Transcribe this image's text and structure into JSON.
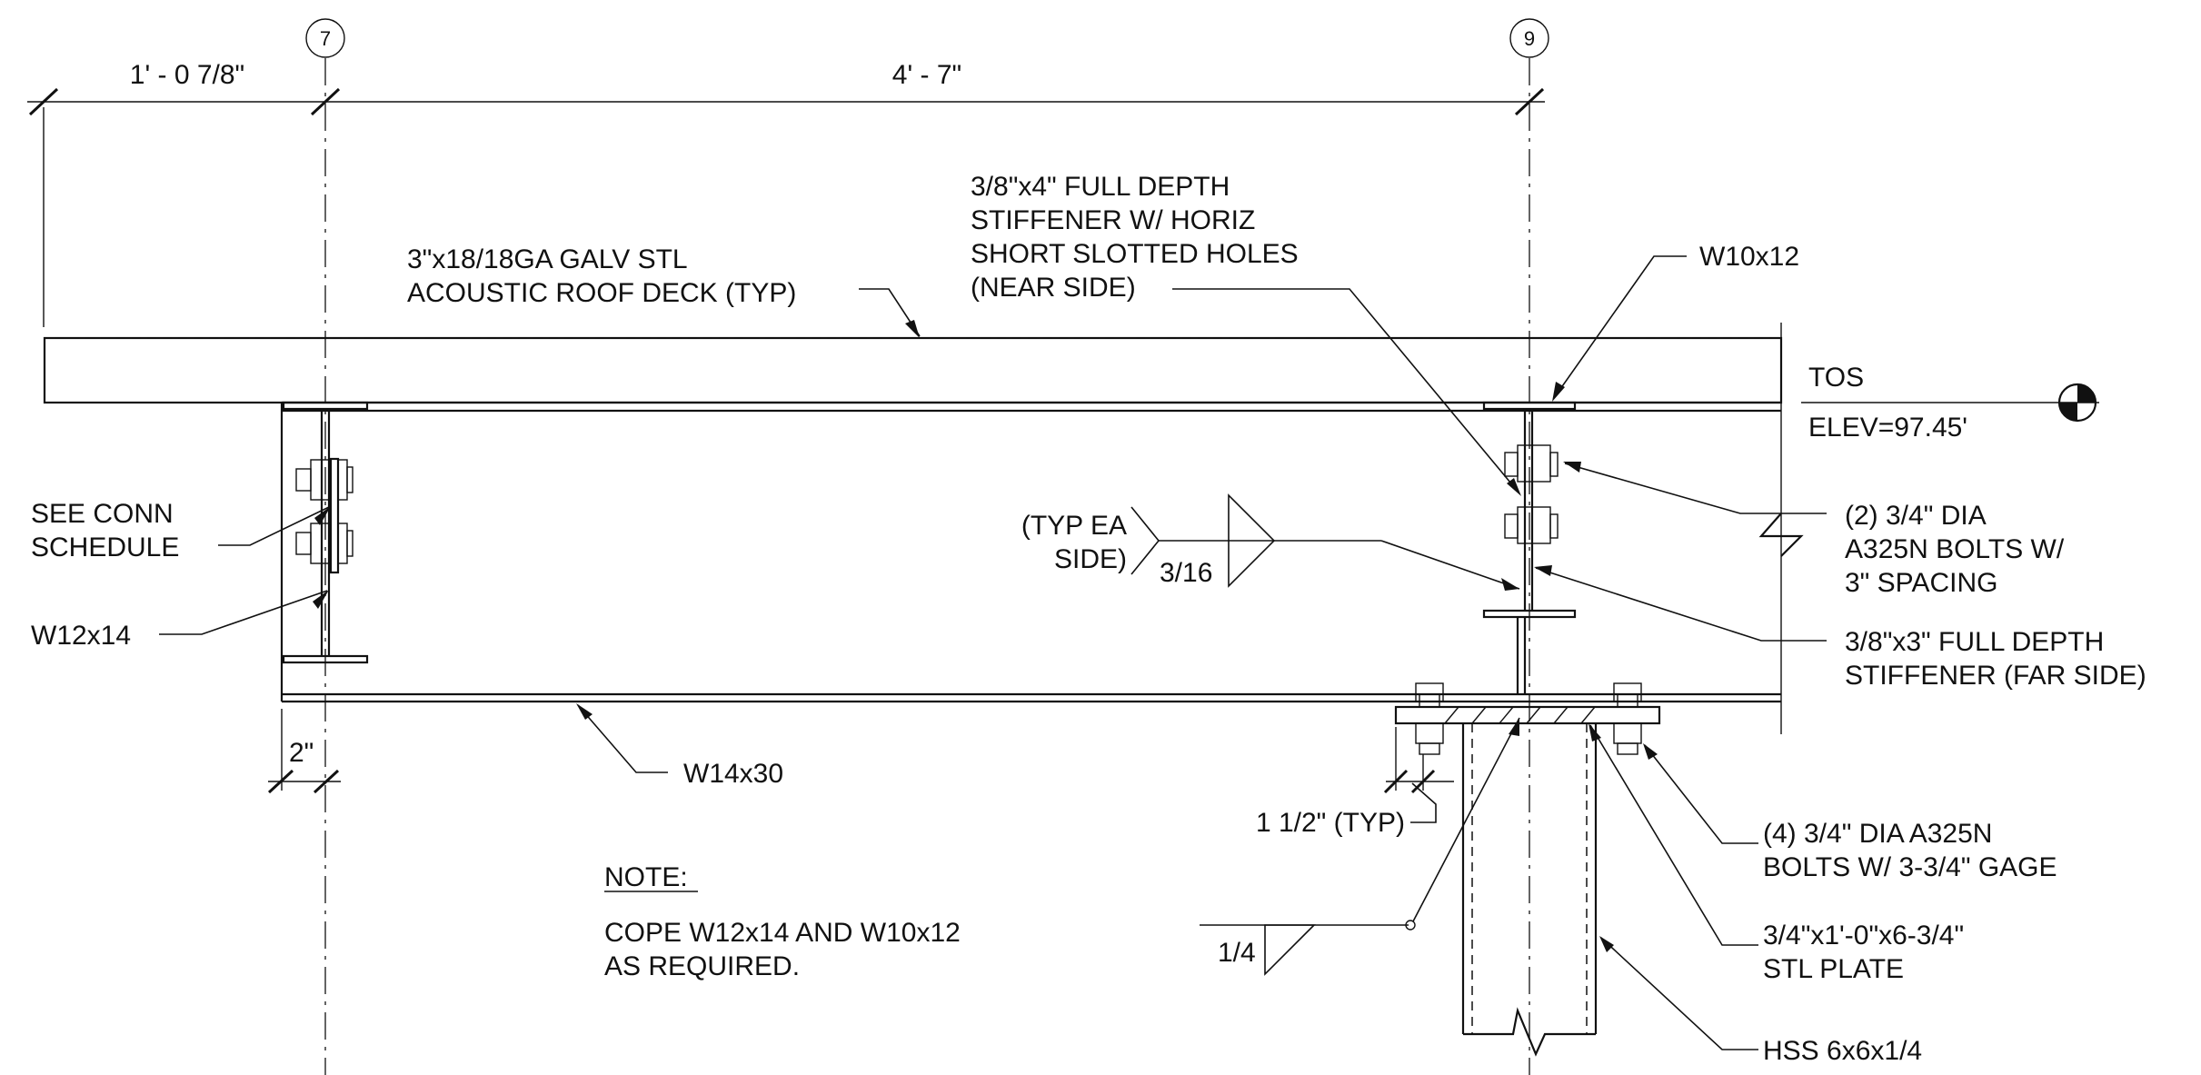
{
  "grid": {
    "left": "7",
    "right": "9"
  },
  "dims": {
    "left_overhang": "1' - 0 7/8\"",
    "span": "4' - 7\"",
    "clip_offset": "2\"",
    "bolt_edge": "1 1/2\" (TYP)"
  },
  "labels": {
    "deck_line1": "3\"x18/18GA GALV STL",
    "deck_line2": "ACOUSTIC ROOF DECK (TYP)",
    "stiffener_near_1": "3/8\"x4\" FULL DEPTH",
    "stiffener_near_2": "STIFFENER W/ HORIZ",
    "stiffener_near_3": "SHORT SLOTTED HOLES",
    "stiffener_near_4": "(NEAR SIDE)",
    "right_beam": "W10x12",
    "tos": "TOS",
    "elev": "ELEV=97.45'",
    "conn_1": "SEE CONN",
    "conn_2": "SCHEDULE",
    "left_beam": "W12x14",
    "main_beam": "W14x30",
    "weld_note_1": "(TYP EA",
    "weld_note_2": "SIDE)",
    "weld_size_a": "3/16",
    "weld_size_b": "1/4",
    "bolts_web_1": "(2) 3/4\" DIA",
    "bolts_web_2": "A325N BOLTS W/",
    "bolts_web_3": "3\" SPACING",
    "stiffener_far_1": "3/8\"x3\" FULL DEPTH",
    "stiffener_far_2": "STIFFENER (FAR SIDE)",
    "bolts_plate_1": "(4) 3/4\" DIA A325N",
    "bolts_plate_2": "BOLTS W/ 3-3/4\" GAGE",
    "plate_1": "3/4\"x1'-0\"x6-3/4\"",
    "plate_2": "STL PLATE",
    "column": "HSS 6x6x1/4",
    "note_title": "NOTE:",
    "note_1": "COPE W12x14 AND W10x12",
    "note_2": "AS REQUIRED."
  }
}
